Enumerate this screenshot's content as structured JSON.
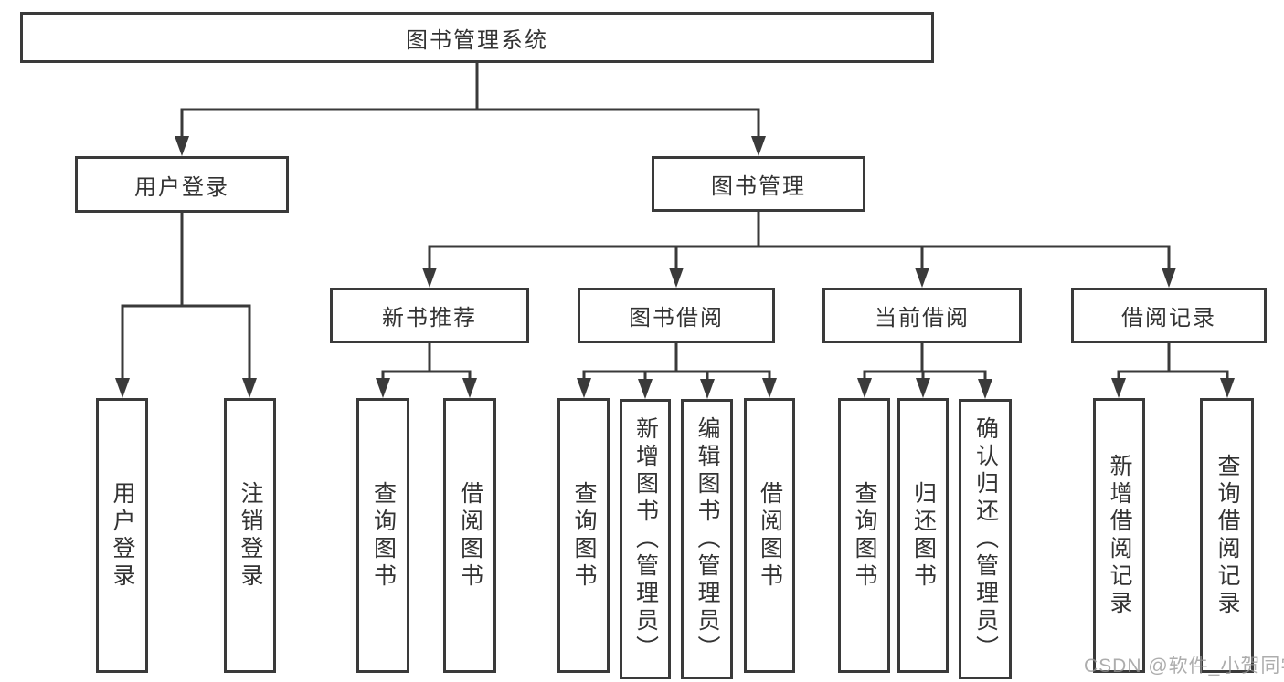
{
  "diagram": {
    "title_node": "图书管理系统",
    "level2": {
      "user_login": "用户登录",
      "book_management": "图书管理"
    },
    "level3": {
      "new_book_recommendation": "新书推荐",
      "book_borrowing": "图书借阅",
      "current_borrowing": "当前借阅",
      "borrowing_records": "借阅记录"
    },
    "leaves": {
      "user_login": "用户登录",
      "logout": "注销登录",
      "nb_query_books": "查询图书",
      "nb_borrow_books": "借阅图书",
      "bb_query_books": "查询图书",
      "bb_add_books_admin": "新增图书（管理员）",
      "bb_edit_books_admin": "编辑图书（管理员）",
      "bb_borrow_books": "借阅图书",
      "cb_query_books": "查询图书",
      "cb_return_books": "归还图书",
      "cb_confirm_return_admin": "确认归还（管理员）",
      "br_add_record": "新增借阅记录",
      "br_query_record": "查询借阅记录"
    },
    "watermark": "CSDN @软件_小贺同学",
    "colors": {
      "line": "#3a3a3a",
      "box_fill": "#ffffff",
      "text": "#333333",
      "watermark": "#a8a8a8",
      "background": "#ffffff"
    }
  }
}
